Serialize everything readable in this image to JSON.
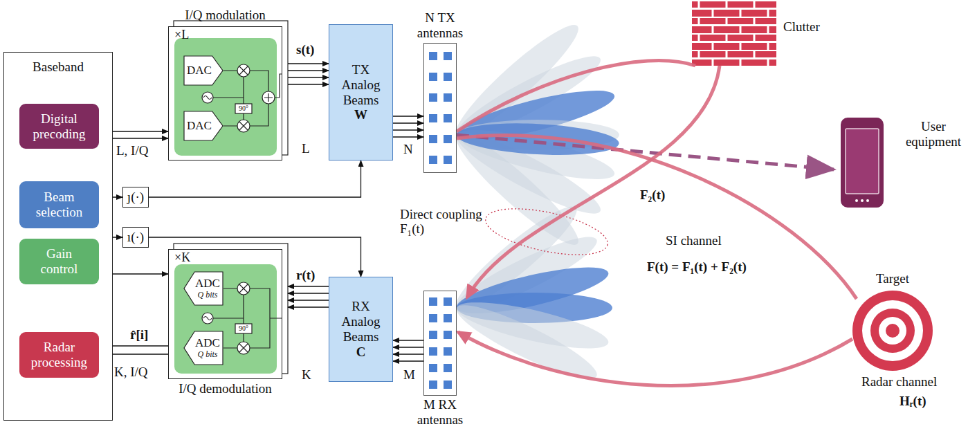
{
  "diagram": {
    "nodes": [
      {
        "text": [
          "Baseband"
        ]
      },
      {
        "text": [
          "Digital precoding"
        ],
        "in": 0
      },
      {
        "text": [
          "Beam selection"
        ],
        "in": 0
      },
      {
        "text": [
          "Gain control"
        ],
        "in": 0
      },
      {
        "text": [
          "Radar processing"
        ],
        "in": 0
      },
      {
        "text": [
          "I/Q modulation",
          "×L"
        ]
      },
      {
        "text": [
          "DAC"
        ],
        "in": 5
      },
      {
        "text": [
          "DAC"
        ],
        "in": 5
      },
      {
        "text": [
          "ȷ(·)"
        ]
      },
      {
        "text": [
          "ı(·)"
        ]
      },
      {
        "text": [
          "I/Q demodulation",
          "×K"
        ]
      },
      {
        "text": [
          "ADC",
          "Q bits"
        ],
        "in": 10
      },
      {
        "text": [
          "ADC",
          "Q bits"
        ],
        "in": 10
      },
      {
        "text": [
          "TX Analog Beams",
          "W"
        ]
      },
      {
        "text": [
          "RX Analog Beams",
          "C"
        ]
      },
      {
        "text": [
          "N TX antennas"
        ]
      },
      {
        "text": [
          "M RX antennas"
        ]
      },
      {
        "text": [
          "Clutter"
        ]
      },
      {
        "text": [
          "User equipment"
        ]
      },
      {
        "text": [
          "Target"
        ]
      }
    ],
    "edges": [
      {
        "from": 1,
        "to": 5,
        "label": "L, I/Q",
        "arrow": "to"
      },
      {
        "from": 2,
        "to": 8,
        "arrow": "to"
      },
      {
        "from": 8,
        "to": 13,
        "arrow": "to"
      },
      {
        "from": 2,
        "to": 9,
        "arrow": "to"
      },
      {
        "from": 9,
        "to": 14,
        "arrow": "to"
      },
      {
        "from": 3,
        "to": 10,
        "arrow": "to"
      },
      {
        "from": 5,
        "to": 13,
        "label": "s(t)",
        "arrow": "to"
      },
      {
        "from": 13,
        "to": 15,
        "label": "N",
        "arrow": "to"
      },
      {
        "from": 16,
        "to": 14,
        "label": "M",
        "arrow": "to"
      },
      {
        "from": 14,
        "to": 10,
        "label": "r(t)",
        "arrow": "to"
      },
      {
        "from": 10,
        "to": 4,
        "label": "K, I/Q",
        "arrow": "to"
      },
      {
        "from": 15,
        "to": 18,
        "arrow": "to"
      },
      {
        "from": 15,
        "to": 17,
        "arrow": "none"
      },
      {
        "from": 17,
        "to": 16,
        "arrow": "to"
      },
      {
        "from": 15,
        "to": 19,
        "arrow": "none"
      },
      {
        "from": 19,
        "to": 16,
        "arrow": "to"
      }
    ],
    "labels": [
      "L",
      "90°",
      "r̂[i]",
      "K",
      "90°",
      "F₂(t)",
      "Direct coupling F₁(t)",
      "SI channel",
      "F(t) = F₁(t) + F₂(t)",
      "Radar channel",
      "Hᵣ(t)"
    ]
  }
}
